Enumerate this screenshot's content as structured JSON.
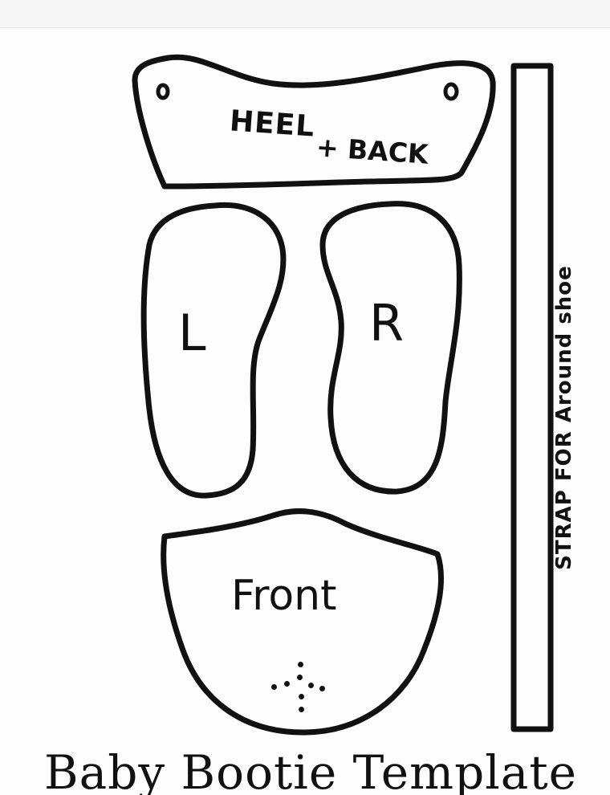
{
  "pieces": {
    "heel_back": {
      "line1": "HEEL",
      "line2": "+ BACK"
    },
    "sole_left": {
      "label": "L"
    },
    "sole_right": {
      "label": "R"
    },
    "front": {
      "label": "Front"
    },
    "strap": {
      "label": "STRAP FOR Around shoe"
    }
  },
  "title": "Baby Bootie Template",
  "colors": {
    "ink": "#111111",
    "paper": "#fdfdfd"
  }
}
